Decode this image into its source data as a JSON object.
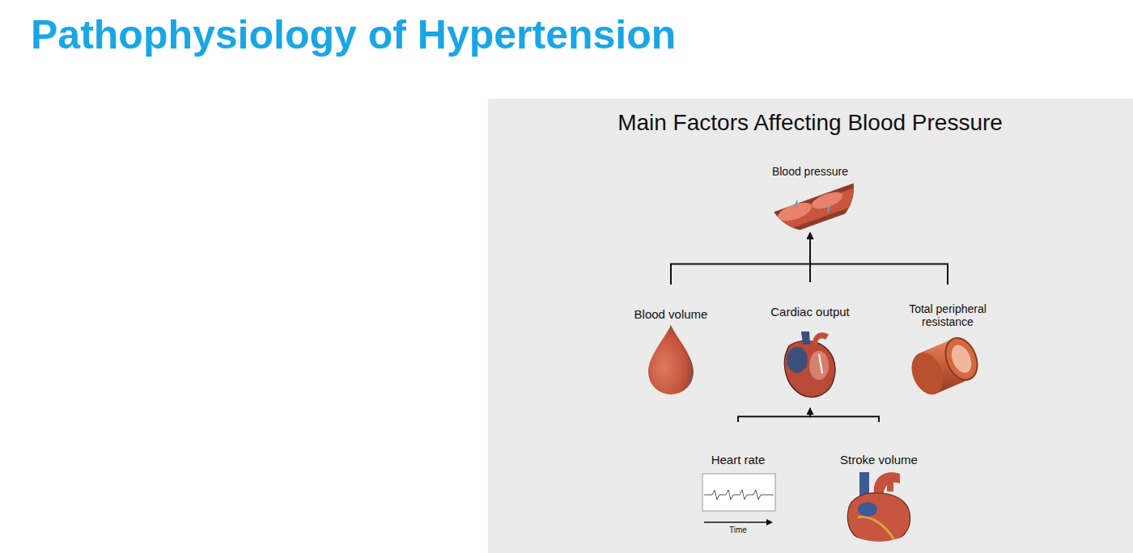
{
  "diagram": {
    "title": "Pathophysiology of Hypertension",
    "nodes": [
      {
        "text": [
          "Blood pressure"
        ]
      },
      {
        "text": [
          "Blood volume"
        ]
      },
      {
        "text": [
          "Cardiac output"
        ]
      },
      {
        "text": [
          "Total peripheral resistance"
        ]
      },
      {
        "text": [
          "Heart rate",
          "Time"
        ]
      },
      {
        "text": [
          "Stroke volume"
        ]
      }
    ],
    "edges": [
      {
        "from": 1,
        "to": 0,
        "arrow": "to"
      },
      {
        "from": 2,
        "to": 0,
        "arrow": "to"
      },
      {
        "from": 3,
        "to": 0,
        "arrow": "to"
      },
      {
        "from": 4,
        "to": 2,
        "arrow": "to"
      },
      {
        "from": 5,
        "to": 2,
        "arrow": "to"
      }
    ],
    "labels": [
      "Main Factors Affecting Blood Pressure"
    ]
  }
}
